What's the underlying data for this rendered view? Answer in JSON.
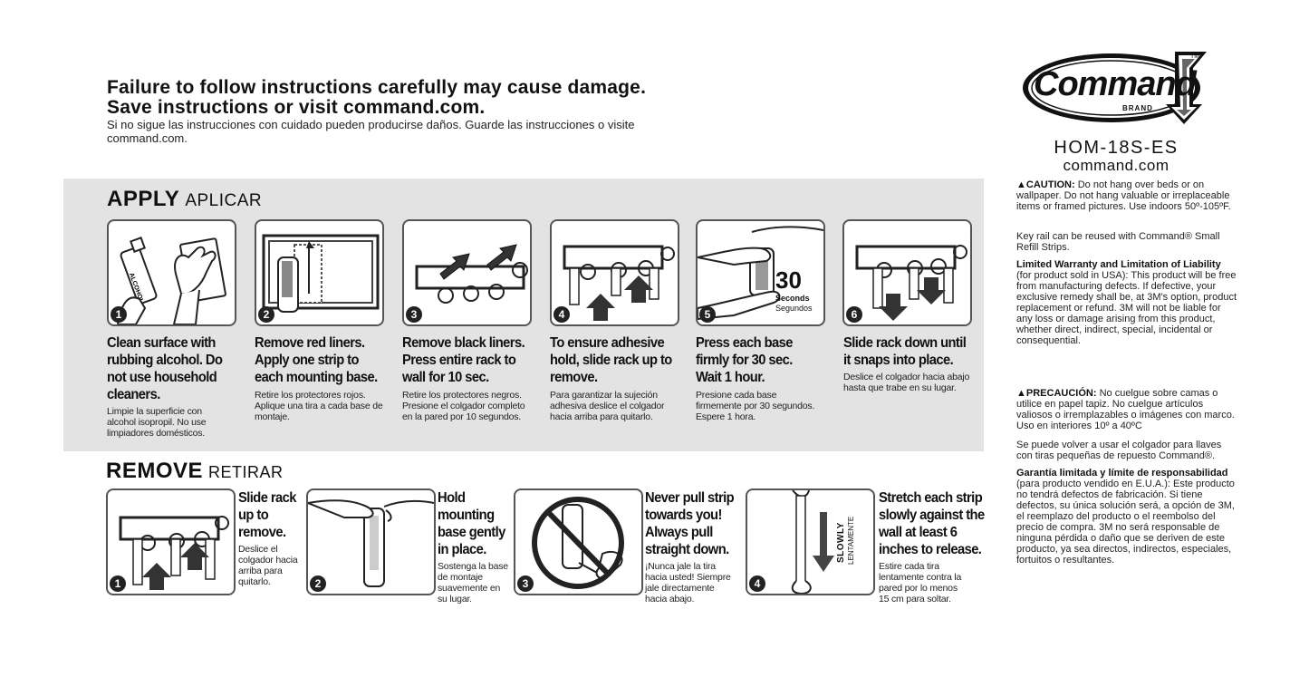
{
  "warning": {
    "line1": "Failure to follow instructions carefully may cause damage.",
    "line2": "Save instructions or visit command.com.",
    "es": "Si no sigue las instrucciones con cuidado pueden producirse daños. Guarde las instrucciones o visite command.com."
  },
  "brand": {
    "logo_text": "Command",
    "tm": "TM",
    "brand_word": "BRAND",
    "model": "HOM-18S-ES",
    "site": "command.com"
  },
  "apply": {
    "title": "APPLY",
    "subtitle": "APLICAR",
    "steps": [
      {
        "num": "1",
        "en": "Clean surface with rubbing alcohol. Do not use household cleaners.",
        "es": "Limpie la superficie con alcohol isopropil. No use limpiadores domésticos.",
        "bottle": "ALCOHOL"
      },
      {
        "num": "2",
        "en": "Remove red liners. Apply one strip to each mounting base.",
        "es": "Retire los protectores rojos. Aplique una tira a cada base de montaje."
      },
      {
        "num": "3",
        "en": "Remove black liners. Press entire rack to wall for 10 sec.",
        "es": "Retire los protectores negros. Presione el colgador completo en la pared por 10 segundos."
      },
      {
        "num": "4",
        "en": "To ensure adhesive hold, slide rack up to remove.",
        "es": "Para garantizar la sujeción adhesiva deslice el colgador hacia arriba para quitarlo."
      },
      {
        "num": "5",
        "en": "Press each base firmly for 30 sec. Wait 1 hour.",
        "es": "Presione cada base firmemente por 30 segundos. Espere 1 hora.",
        "timer_num": "30",
        "timer_en": "Seconds",
        "timer_es": "Segundos"
      },
      {
        "num": "6",
        "en": "Slide rack down until it snaps into place.",
        "es": "Deslice el colgador hacia abajo hasta que trabe en su lugar."
      }
    ]
  },
  "remove": {
    "title": "REMOVE",
    "subtitle": "RETIRAR",
    "steps": [
      {
        "num": "1",
        "en": "Slide rack up to remove.",
        "es": "Deslice el colgador hacia arriba para quitarlo."
      },
      {
        "num": "2",
        "en": "Hold mounting base gently in place.",
        "es": "Sostenga la base de montaje suavemente en su lugar."
      },
      {
        "num": "3",
        "en": "Never pull strip towards you! Always pull straight down.",
        "es": "¡Nunca jale la tira hacia usted! Siempre jale directamente hacia abajo."
      },
      {
        "num": "4",
        "en": "Stretch each strip slowly against the wall at least 6 inches to release.",
        "es": "Estire cada tira lentamente contra la pared por lo menos 15 cm para soltar.",
        "slowly_en": "SLOWLY",
        "slowly_es": "LENTAMENTE"
      }
    ]
  },
  "sidebar": {
    "caution_label": "CAUTION:",
    "caution_text": "Do not hang over beds or on wallpaper. Do not hang valuable or irreplaceable items or framed pictures. Use indoors 50º-105ºF.",
    "reuse": "Key rail can be reused with Command® Small Refill Strips.",
    "warranty_title": "Limited Warranty and Limitation of Liability",
    "warranty_text": "(for product sold in USA): This product will be free from manufacturing defects. If defective, your exclusive remedy shall be, at 3M's option, product replacement or refund. 3M will not be liable for any loss or damage arising from this product, whether direct, indirect, special, incidental or consequential.",
    "precaucion_label": "PRECAUCIÓN:",
    "precaucion_text": "No cuelgue sobre camas o utilice en papel tapiz. No cuelgue artículos valiosos o irremplazables o imágenes con marco. Uso en interiores 10º a 40ºC",
    "reuse_es": "Se puede volver a usar el colgador para llaves con tiras pequeñas de repuesto Command®.",
    "garantia_title": "Garantía limitada y límite de responsabilidad",
    "garantia_text": "(para producto vendido en E.U.A.): Este producto no tendrá defectos de fabricación. Si tiene defectos, su única solución será, a opción de 3M, el reemplazo del producto o el reembolso del precio de compra. 3M no será responsable de ninguna pérdida o daño que se deriven de este producto, ya sea directos, indirectos, especiales, fortuitos o resultantes."
  }
}
